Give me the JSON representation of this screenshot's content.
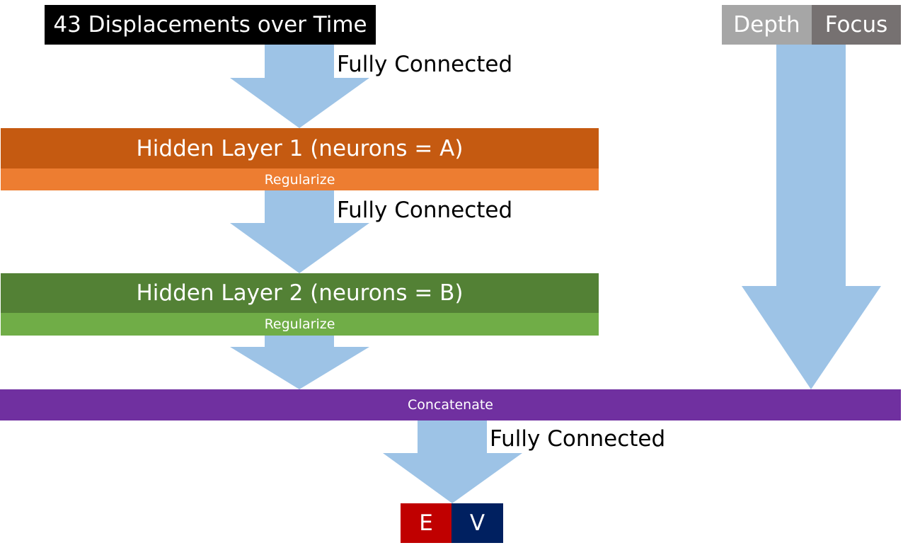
{
  "input_box": {
    "label": "43 Displacements over Time",
    "color": "#000000",
    "text_color": "#ffffff"
  },
  "side_inputs": {
    "depth_label": "Depth",
    "depth_color": "#a6a6a6",
    "focus_label": "Focus",
    "focus_color": "#767171",
    "text_color": "#ffffff"
  },
  "connections": {
    "fc_1": "Fully Connected",
    "fc_2": "Fully Connected",
    "fc_3": "Fully Connected"
  },
  "hidden_layer_1": {
    "title": "Hidden Layer 1 (neurons = A)",
    "regularize_label": "Regularize",
    "title_color": "#c55a11",
    "regularize_color": "#ed7d31"
  },
  "hidden_layer_2": {
    "title": "Hidden Layer 2 (neurons = B)",
    "regularize_label": "Regularize",
    "title_color": "#538135",
    "regularize_color": "#70ad47"
  },
  "concatenate": {
    "label": "Concatenate",
    "color": "#7030a0"
  },
  "outputs": {
    "e_label": "E",
    "e_color": "#c00000",
    "v_label": "V",
    "v_color": "#002060",
    "text_color": "#ffffff"
  },
  "arrow_color": "#9dc3e6"
}
